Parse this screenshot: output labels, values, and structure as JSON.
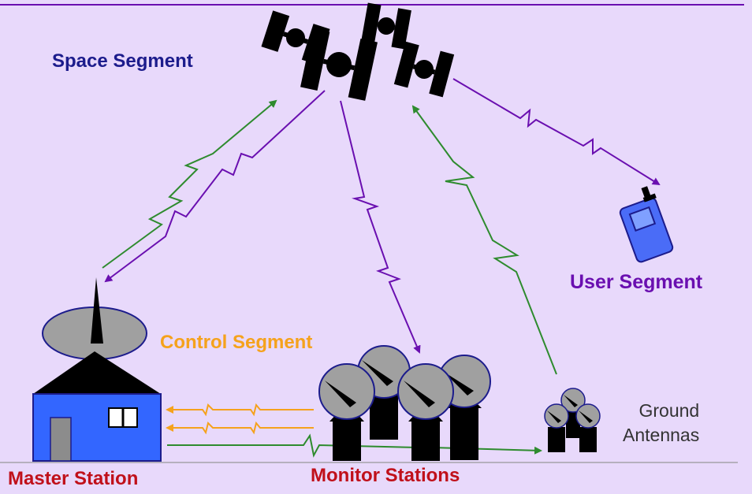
{
  "labels": {
    "space_segment": "Space Segment",
    "user_segment": "User Segment",
    "control_segment": "Control Segment",
    "ground_antennas_line1": "Ground",
    "ground_antennas_line2": "Antennas",
    "master_station": "Master Station",
    "monitor_stations": "Monitor Stations"
  },
  "colors": {
    "background": "#e8d9fb",
    "uplink": "#2e8b2e",
    "downlink": "#6a0fb0",
    "control_link": "#f5a21c",
    "space_label": "#1c1c8c",
    "user_label": "#6a0fb0",
    "control_label": "#f5a21c",
    "station_label": "#c0101a",
    "antenna_dish": "#a0a0a0",
    "building": "#3366ff",
    "receiver": "#4a6cf7"
  },
  "icons": [
    "satellite-icon",
    "dish-antenna-icon",
    "building-icon",
    "gps-receiver-icon"
  ]
}
